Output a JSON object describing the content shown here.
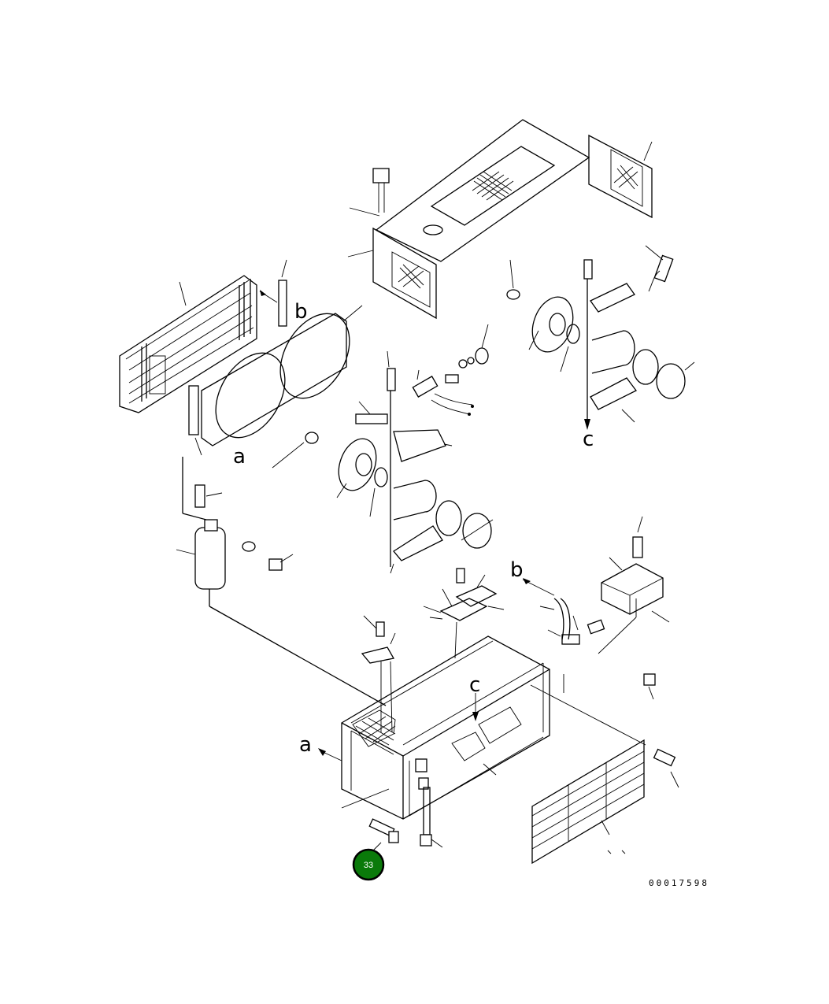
{
  "diagram": {
    "view_letters": {
      "b_upper": "b",
      "a_upper": "a",
      "c_upper": "c",
      "b_lower": "b",
      "c_lower": "c",
      "a_lower": "a"
    },
    "callout": {
      "label": "33",
      "color": "#0a7a0a",
      "border_color": "#000000"
    },
    "drawing_number": "00017598"
  }
}
